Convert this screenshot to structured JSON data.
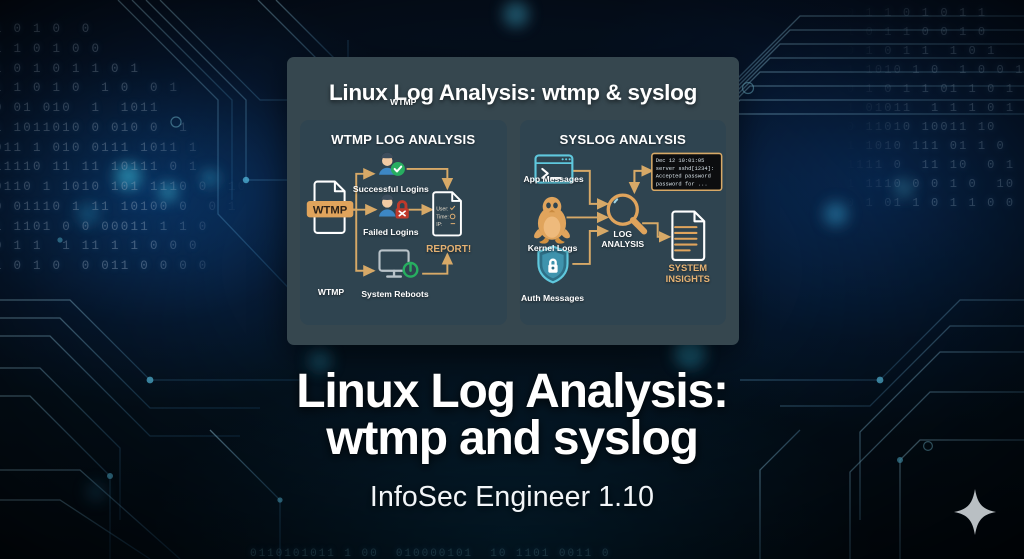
{
  "background": {
    "style": "dark navy circuit board with binary digits and cyan glow nodes",
    "base_color": "#061020",
    "accent_color": "#3fa9d8",
    "binary_left": "1 0 1 0  0\n1 1 0 1 0 0\n1 0 1 0 1 1 0 1\n1 1 0 1 0  1 0  0 1\n0 01 010  1  1011\n1 1011010 0 010 0  1\n011 1 010 0111 1011 1\n11110 11 11 10111 0 1\n0110 1 1010 101 1110 0  10\n0 01110 1 11 10100 0  0 1\n1 1101 0 0 00011 1 1 0\n0 1 1  1 11 1 1 0 0 0\n1 0 1 0  0 011 0 0 0 0",
    "binary_right": "0 1 1 0 1 0 1 1\n1 0 1 1 0 0 1 0\n0 1 0 1 1  1 0 1\n1 1010 1 0  1 0 0 1\n0 1 0 1 1 01 1 0 1 1\n1 01011  1 1 1 0 1\n0 11010 10011 10\n1 1010 111 01 1 0\n1111 0  11 10  0 1\n1 1110 0 0 1 0  10\n0 1 01 1 0 1 1 0 0",
    "binary_bottom": "0110101011 1 00  010000101  10 1101 0011 0"
  },
  "card": {
    "title": "Linux Log Analysis: wtmp & syslog",
    "panels": [
      {
        "id": "wtmp",
        "title": "WTMP LOG ANALYSIS",
        "source": {
          "badge": "WTMP",
          "caption": "WTMP",
          "icon": "file-icon"
        },
        "branches": [
          {
            "label": "Successful Logins",
            "icon": "user-check-icon",
            "status_color": "#27ae60"
          },
          {
            "label": "Failed Logins",
            "icon": "user-lock-icon",
            "status_color": "#c0392b"
          },
          {
            "label": "System Reboots",
            "icon": "monitor-power-icon",
            "status_color": "#27ae60"
          }
        ],
        "output": {
          "label": "REPORT!",
          "icon": "report-document-icon",
          "lines": [
            "User:",
            "Time:",
            "IP:"
          ]
        }
      },
      {
        "id": "syslog",
        "title": "SYSLOG ANALYSIS",
        "sources": [
          {
            "label": "App Messages",
            "icon": "terminal-icon",
            "color": "#5fc8dd"
          },
          {
            "label": "Kernel Logs",
            "icon": "linux-tux-icon",
            "color": "#e0a45c"
          },
          {
            "label": "Auth Messages",
            "icon": "shield-lock-icon",
            "color": "#5fc8dd"
          }
        ],
        "processor": {
          "label_line1": "LOG",
          "label_line2": "ANALYSIS",
          "icon": "magnifier-icon"
        },
        "log_sample": {
          "lines": [
            "Dec 12 10:01:05",
            "server sshd[1234]:",
            "Accepted password",
            "password for ..."
          ]
        },
        "output": {
          "label_line1": "SYSTEM",
          "label_line2": "INSIGHTS",
          "icon": "insights-document-icon"
        }
      }
    ]
  },
  "hero": {
    "title_line1": "Linux Log Analysis:",
    "title_line2": "wtmp and syslog",
    "subtitle": "InfoSec Engineer 1.10"
  },
  "watermark": {
    "icon": "sparkle-icon"
  },
  "colors": {
    "card_bg": "#36474f",
    "panel_bg": "#2f4450",
    "arrow_gold": "#d7a967",
    "accent_gold": "#e5b273",
    "text_white": "#ffffff",
    "success_green": "#27ae60",
    "error_red": "#c0392b",
    "cyan": "#5fc8dd"
  }
}
